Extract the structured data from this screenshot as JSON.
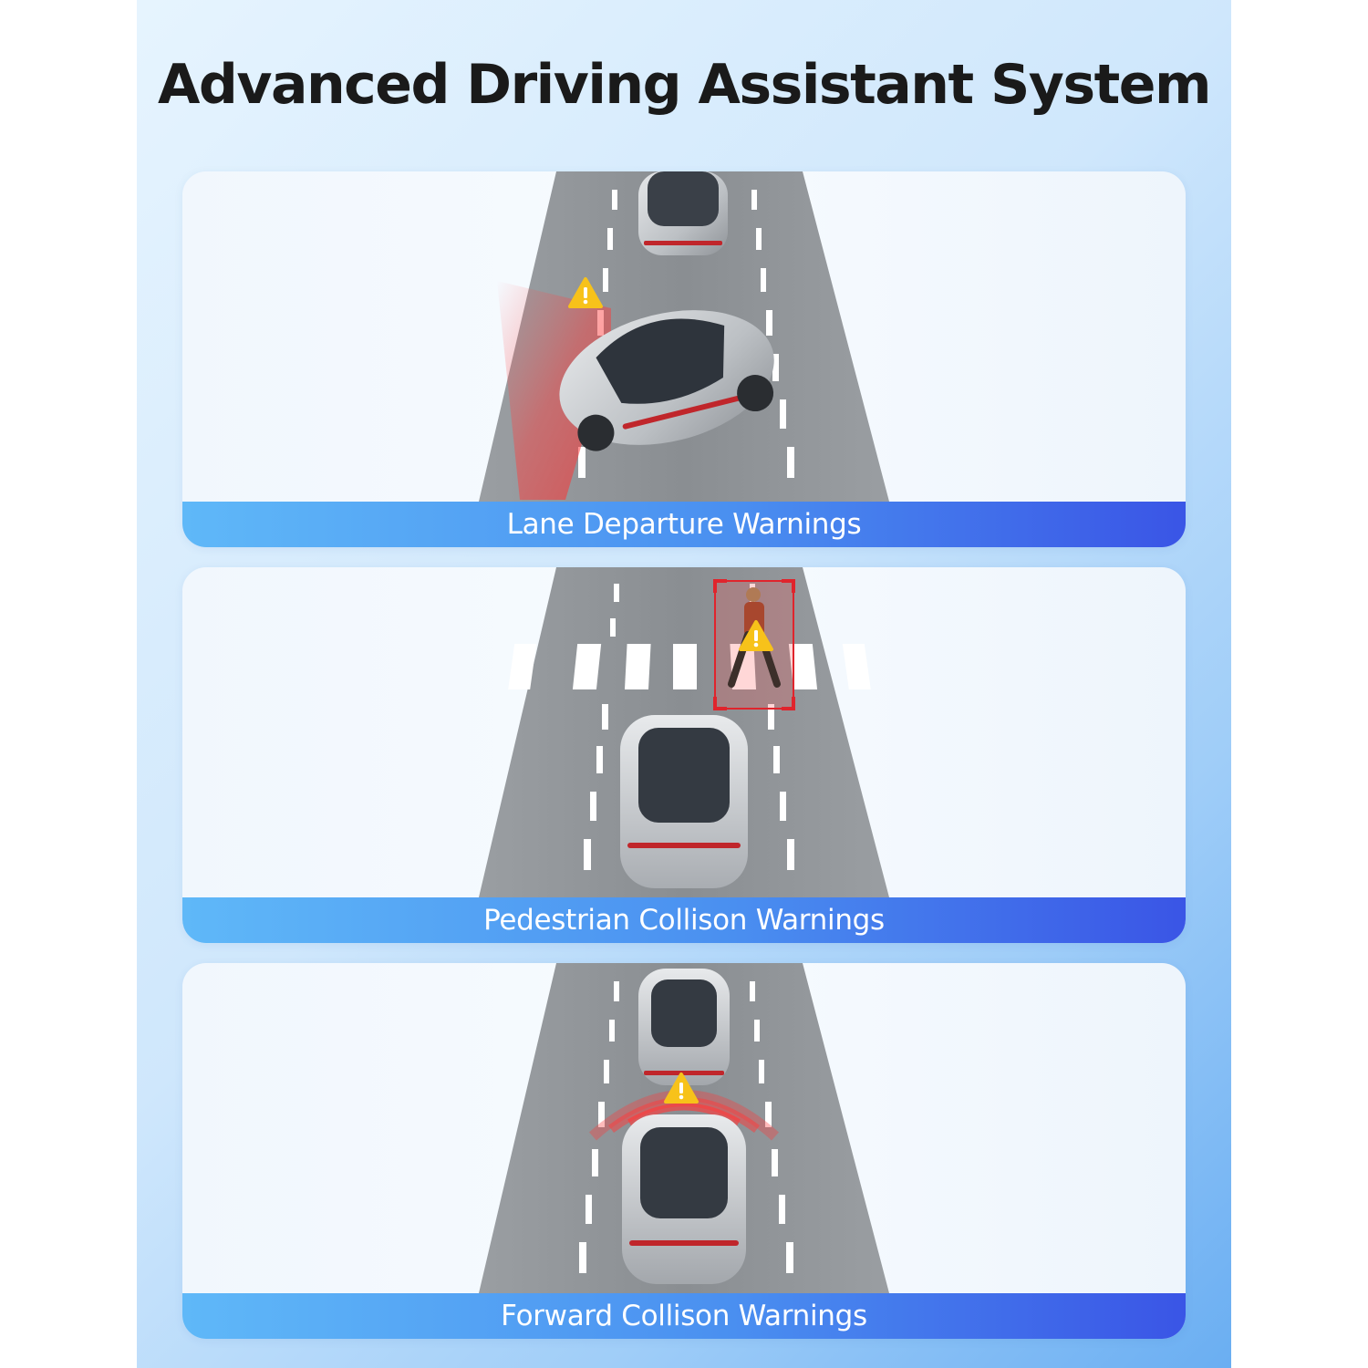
{
  "title": "Advanced Driving Assistant System",
  "panels": [
    {
      "caption": "Lane Departure Warnings"
    },
    {
      "caption": "Pedestrian Collison Warnings"
    },
    {
      "caption": "Forward Collison Warnings"
    }
  ],
  "icons": {
    "warning": "warning-triangle-icon"
  },
  "colors": {
    "road": "#8e9296",
    "warning_fill": "#f7c21a",
    "alert_red": "#e0242c",
    "caption_start": "#5fb8f8",
    "caption_end": "#3a55e6"
  }
}
